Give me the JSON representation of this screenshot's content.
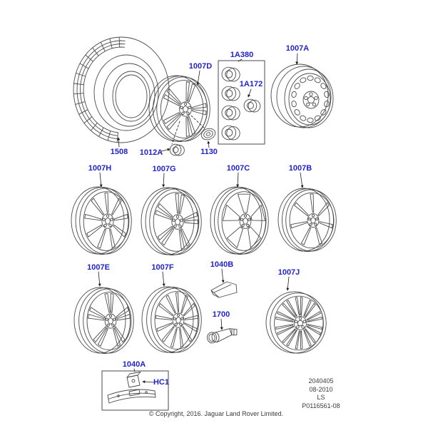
{
  "colors": {
    "label_blue": "#2222cc",
    "line_art": "#4a4a4a",
    "footer_text": "#3a3a3a",
    "background": "#ffffff"
  },
  "parts": {
    "tire": "1508",
    "road_wheel": "1007D",
    "wheel_nut": "1012A",
    "centre_cap": "1130",
    "wheel_nut_kit": "1A380",
    "locking_wheel_nut": "1A172",
    "spare_wheel": "1007A",
    "wheel_style_h": "1007H",
    "wheel_style_g": "1007G",
    "wheel_style_c": "1007C",
    "wheel_style_b": "1007B",
    "wheel_style_e": "1007E",
    "wheel_style_f": "1007F",
    "tire_pressure_label": "1040B",
    "valve": "1700",
    "wheel_style_j": "1007J",
    "balance_weight_kit": "1040A",
    "weight_clip": "HC1"
  },
  "footer": {
    "drawing_number": "2040405",
    "date": "08-2010",
    "model_code": "LS",
    "plate_number": "P0116561-08",
    "copyright": "© Copyright, 2016. Jaguar Land Rover Limited."
  }
}
